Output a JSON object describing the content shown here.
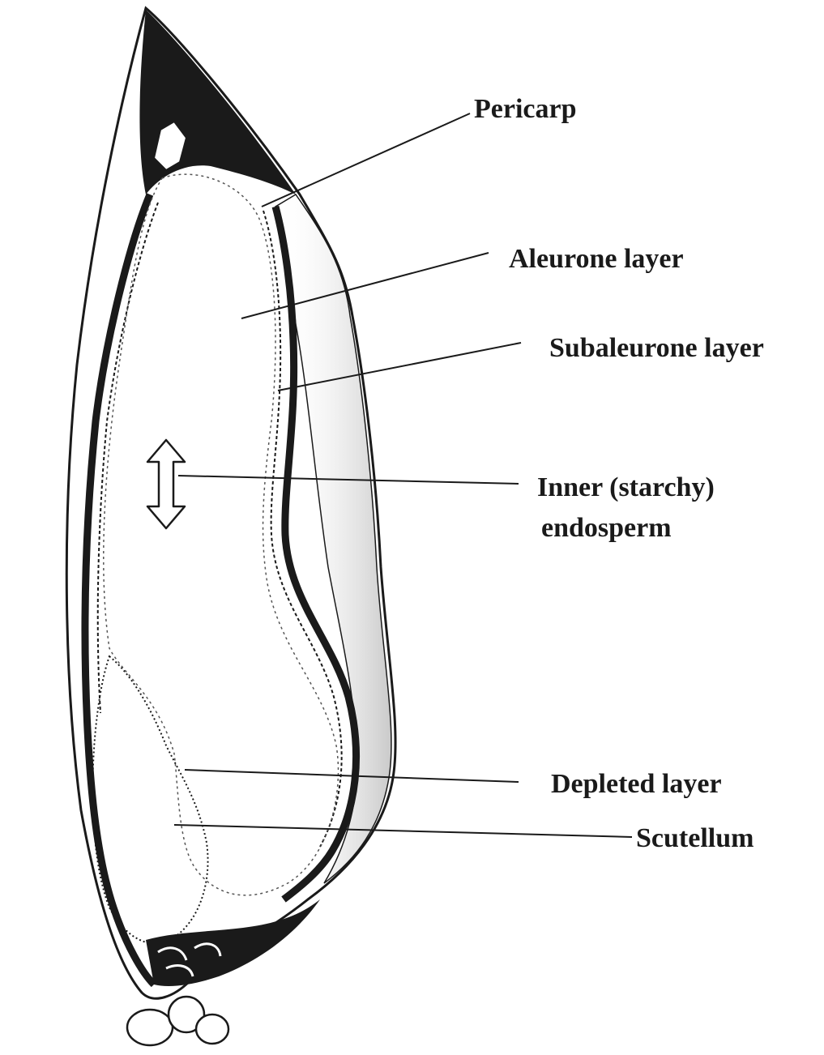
{
  "diagram": {
    "labels": {
      "pericarp": "Pericarp",
      "aleurone": "Aleurone layer",
      "subaleurone": "Subaleurone layer",
      "inner_line1": "Inner (starchy)",
      "inner_line2": "endosperm",
      "depleted": "Depleted layer",
      "scutellum": "Scutellum"
    },
    "colors": {
      "ink": "#1a1a1a",
      "paper": "#ffffff"
    }
  }
}
